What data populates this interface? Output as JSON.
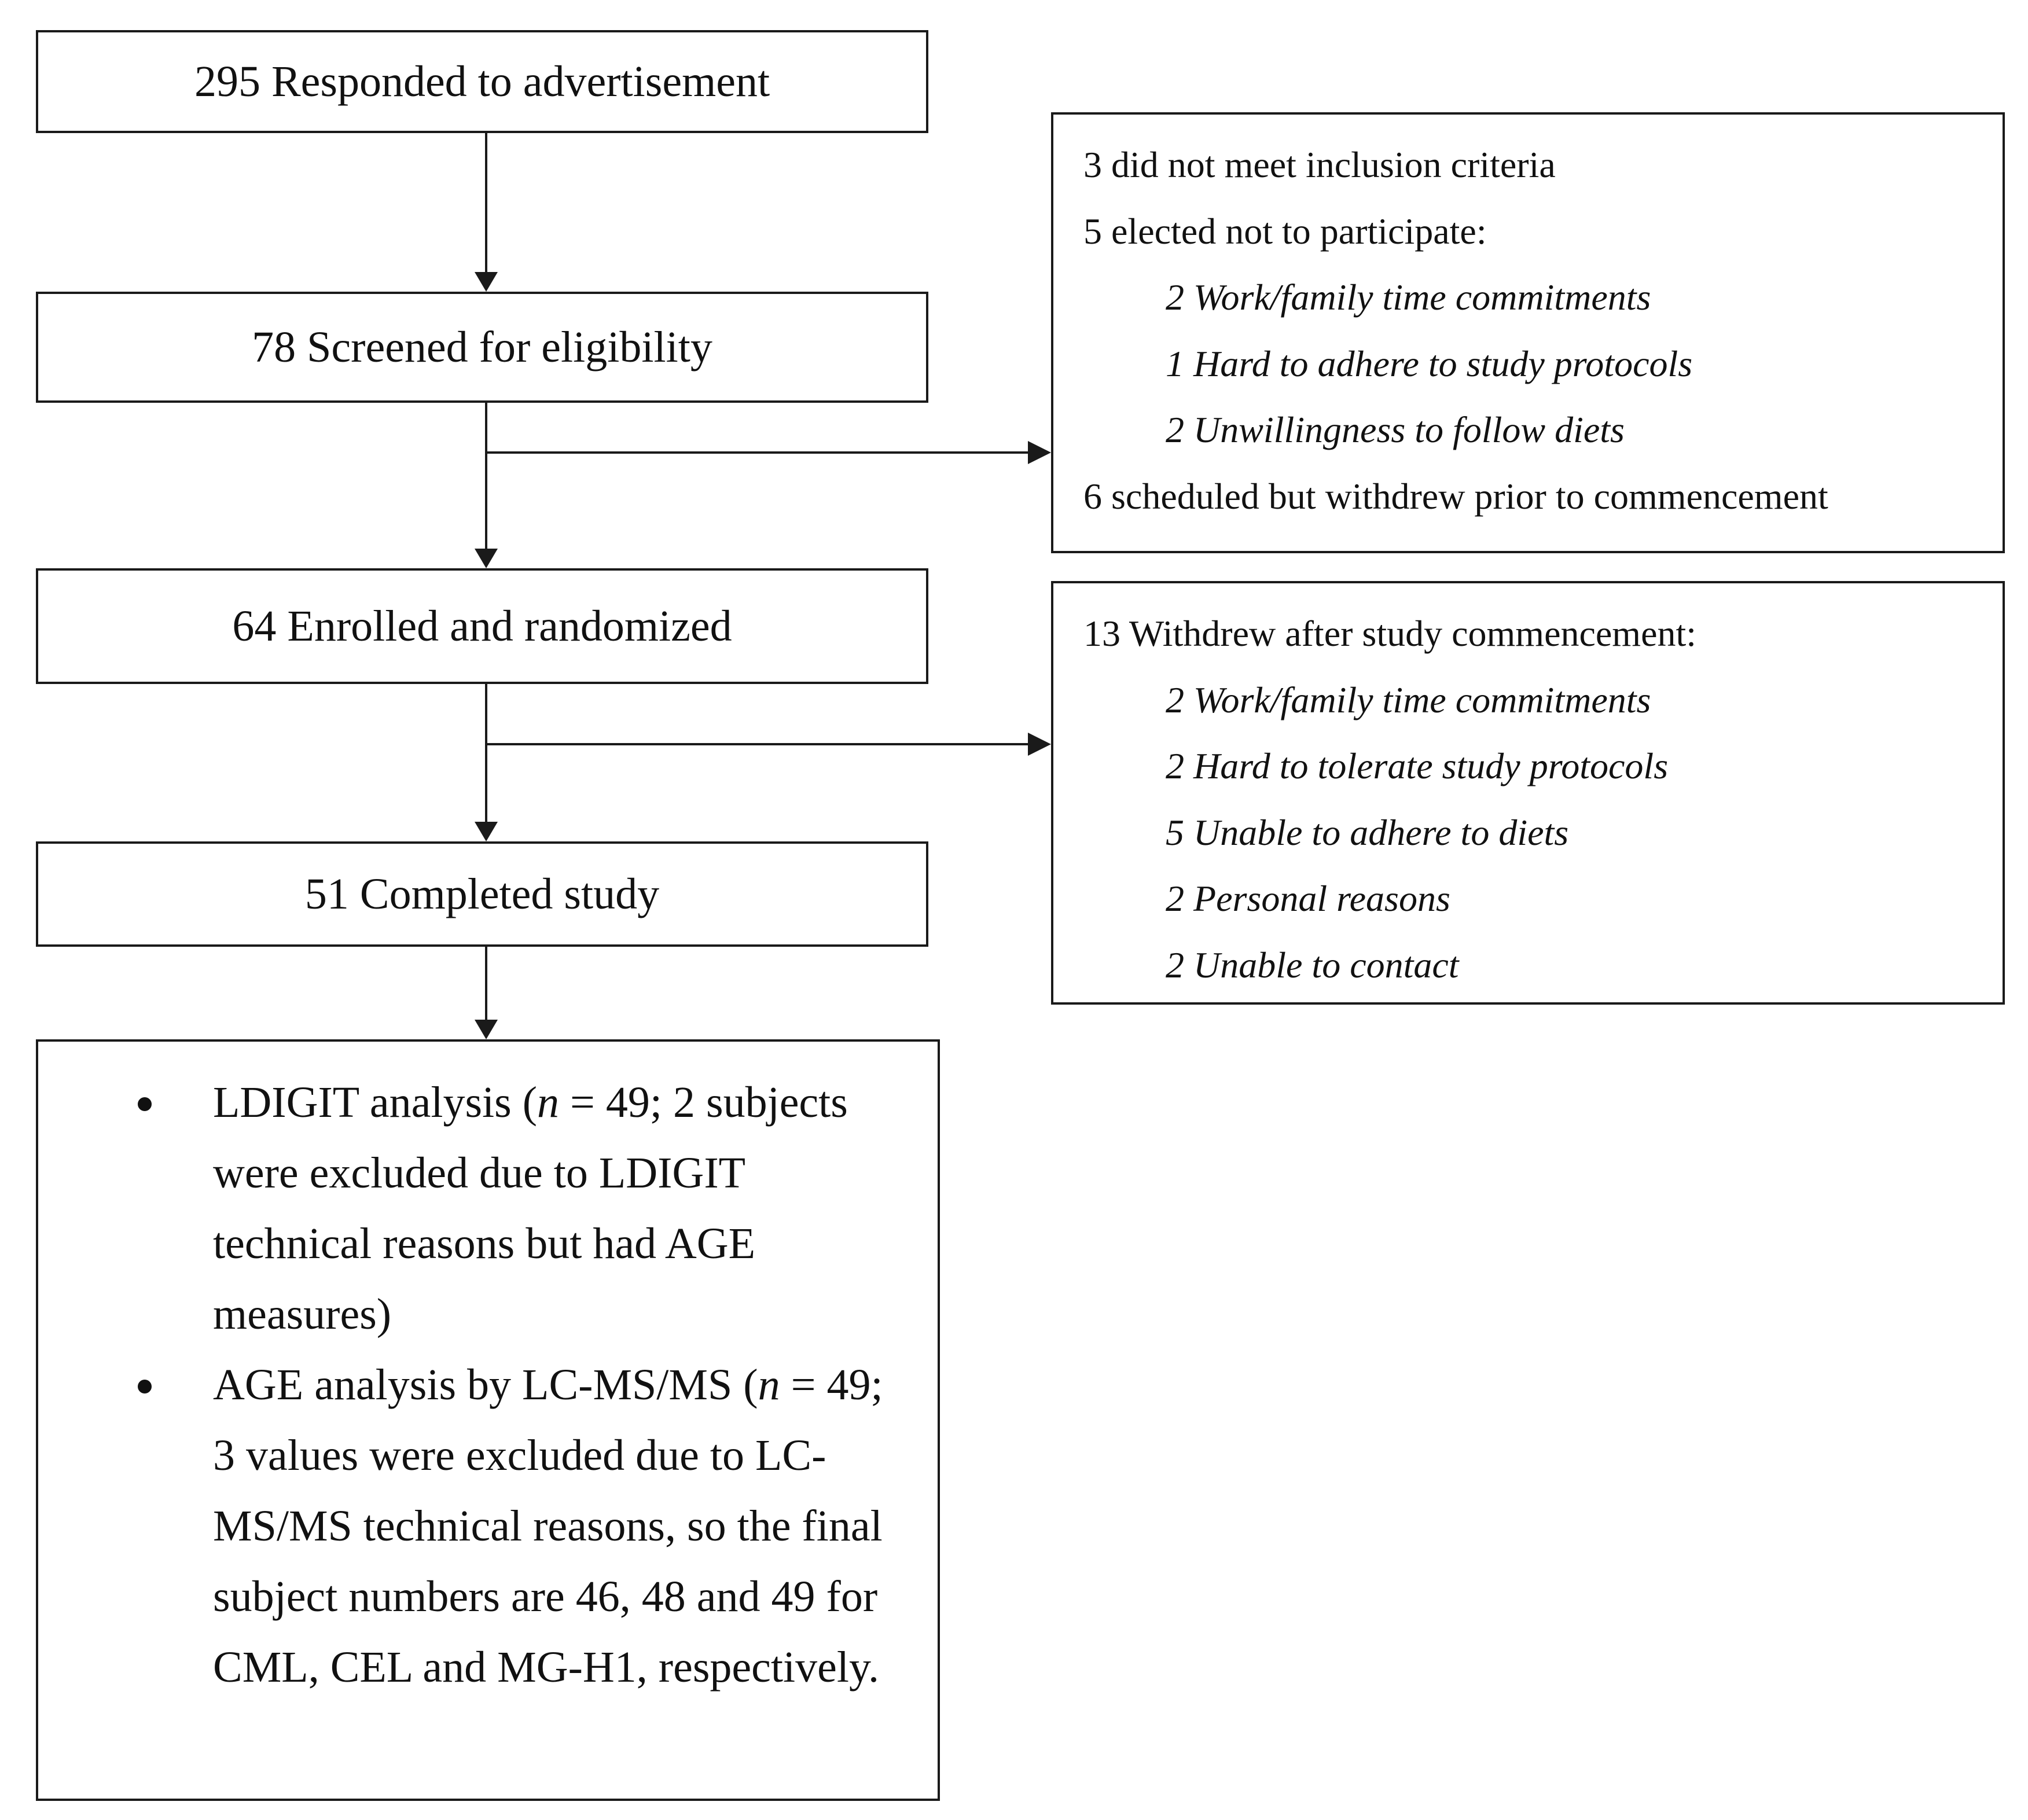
{
  "flow": {
    "responded": "295 Responded to advertisement",
    "screened": "78 Screened for eligibility",
    "enrolled": "64 Enrolled and randomized",
    "completed": "51 Completed study"
  },
  "exclusion_box": {
    "lines": [
      "3 did not meet inclusion criteria",
      "5 elected not to participate:",
      "2 Work/family time commitments",
      "1 Hard to adhere to study protocols",
      "2 Unwillingness to follow diets",
      "6 scheduled but withdrew prior to commencement"
    ]
  },
  "withdrawal_box": {
    "lines": [
      "13 Withdrew after study commencement:",
      "2 Work/family time commitments",
      "2 Hard to tolerate study protocols",
      "5 Unable to adhere to diets",
      "2 Personal reasons",
      "2 Unable to contact"
    ]
  },
  "analysis_box": {
    "ldigit": {
      "l1_a": "LDIGIT analysis (",
      "l1_n": "n",
      "l1_b": " = 49; 2 subjects",
      "l2": "were excluded due to LDIGIT",
      "l3": "technical reasons but had AGE",
      "l4": "measures)"
    },
    "age": {
      "l1_a": "AGE analysis by LC-MS/MS (",
      "l1_n": "n",
      "l1_b": " = 49;",
      "l2": "3 values were excluded due to LC-",
      "l3": "MS/MS technical reasons, so the final",
      "l4": "subject numbers are 46, 48 and 49 for",
      "l5": "CML, CEL and MG-H1, respectively."
    }
  }
}
